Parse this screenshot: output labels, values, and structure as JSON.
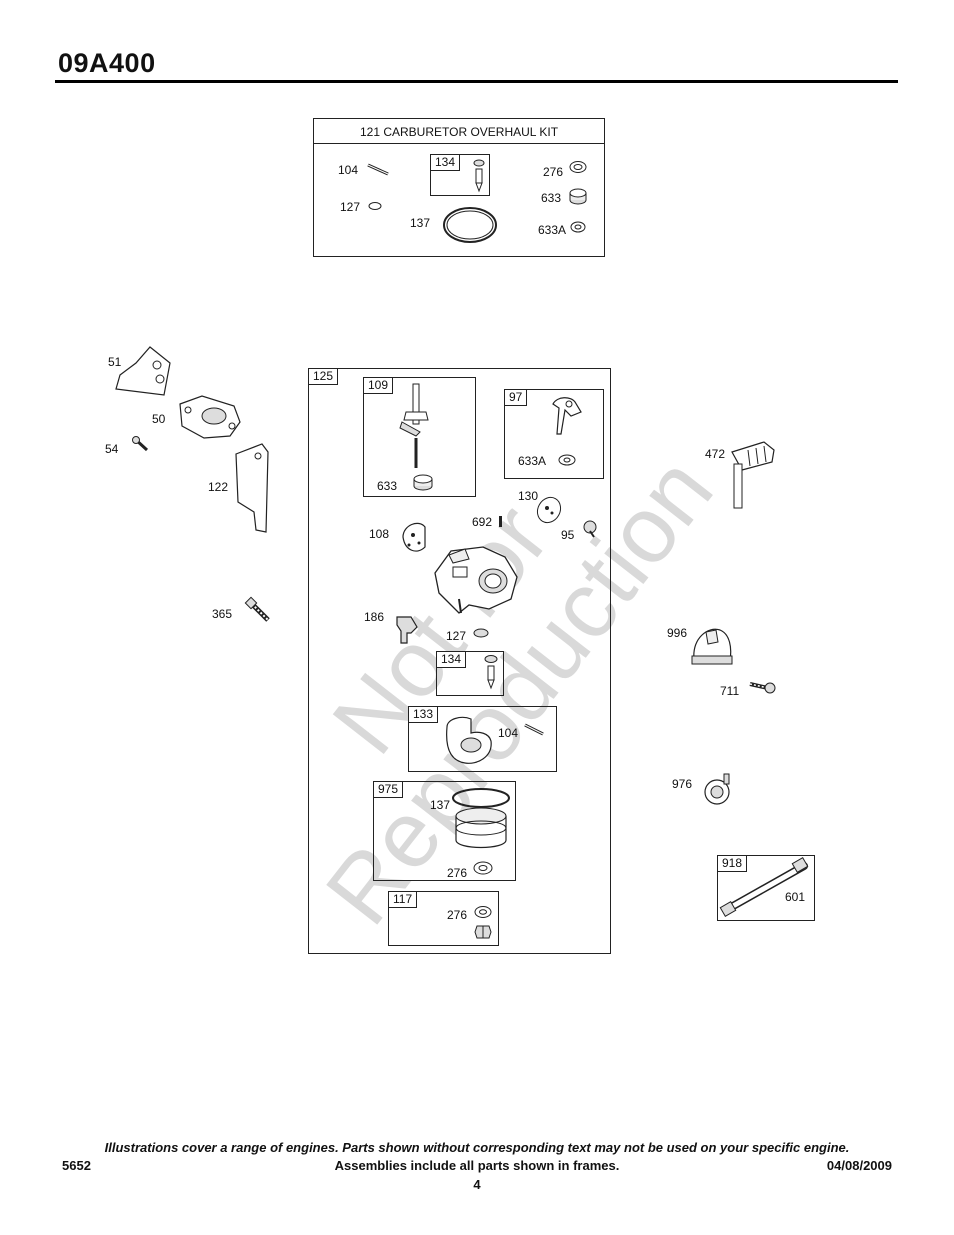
{
  "header": {
    "model": "09A400"
  },
  "watermark": {
    "line1": "Not for",
    "line2": "Reproduction"
  },
  "kit": {
    "title": "121 CARBURETOR OVERHAUL KIT",
    "inner_frame": "134",
    "labels": {
      "p104": "104",
      "p127": "127",
      "p137": "137",
      "p276": "276",
      "p633": "633",
      "p633a": "633A"
    }
  },
  "left_parts": {
    "p51": "51",
    "p50": "50",
    "p54": "54",
    "p122": "122",
    "p365": "365"
  },
  "carb": {
    "frame": "125",
    "f109": {
      "tag": "109",
      "p633": "633"
    },
    "f97": {
      "tag": "97",
      "p633a": "633A"
    },
    "labels": {
      "p130": "130",
      "p692": "692",
      "p108": "108",
      "p95": "95",
      "p186": "186",
      "p127": "127"
    },
    "f134": {
      "tag": "134"
    },
    "f133": {
      "tag": "133",
      "p104": "104"
    },
    "f975": {
      "tag": "975",
      "p137": "137",
      "p276": "276"
    },
    "f117": {
      "tag": "117",
      "p276": "276"
    }
  },
  "right_parts": {
    "p472": "472",
    "p996": "996",
    "p711": "711",
    "p976": "976"
  },
  "f918": {
    "tag": "918",
    "p601": "601"
  },
  "footer": {
    "disclaimer": "Illustrations cover a range of engines. Parts shown without corresponding text may not be used on your specific engine.",
    "doc_number": "5652",
    "assemblies_note": "Assemblies include all parts shown in frames.",
    "date": "04/08/2009",
    "page": "4"
  }
}
